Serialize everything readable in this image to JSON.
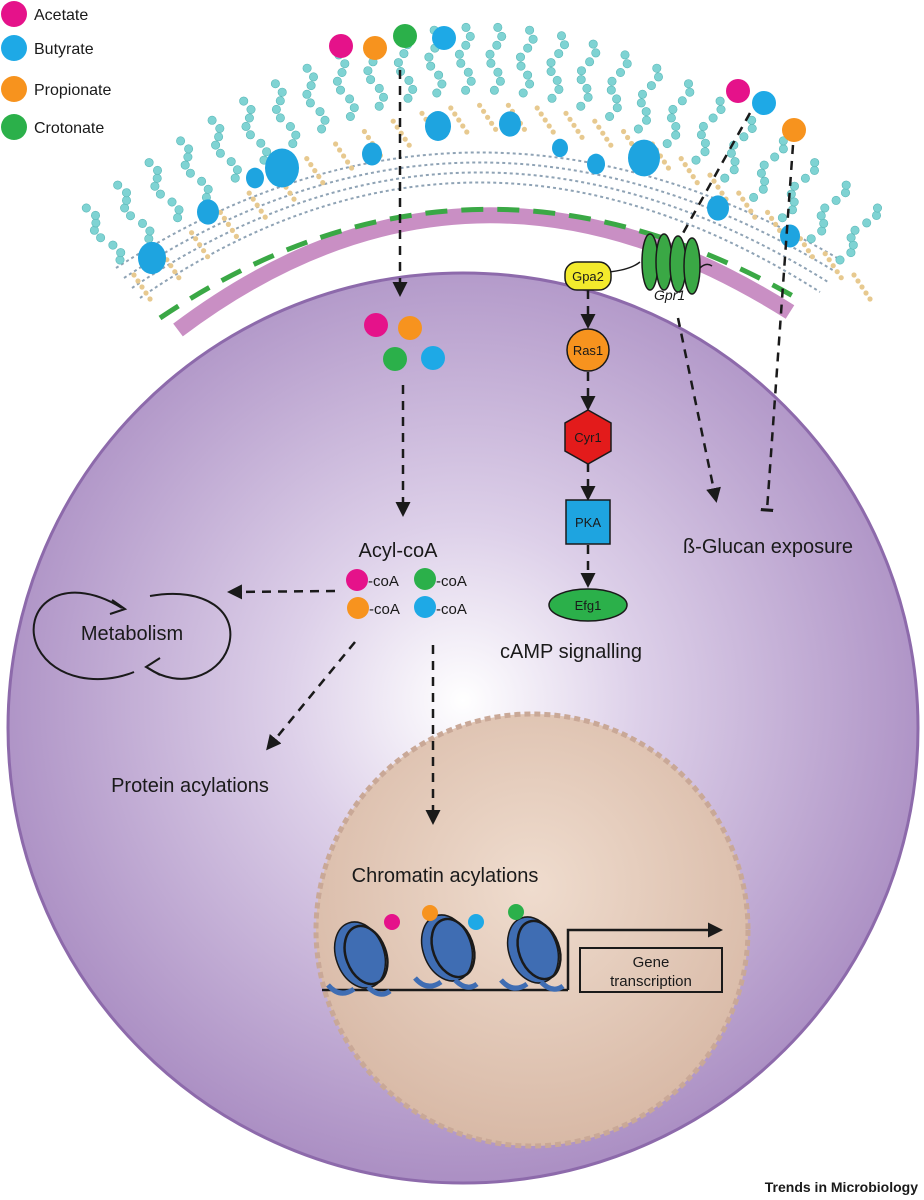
{
  "legend": [
    {
      "label": "Acetate",
      "color": "#e5128a"
    },
    {
      "label": "Butyrate",
      "color": "#1ea9e6"
    },
    {
      "label": "Propionate",
      "color": "#f7931e"
    },
    {
      "label": "Crotonate",
      "color": "#2bb04a"
    }
  ],
  "colors": {
    "cell_fill": "#b49ac9",
    "cell_outline": "#8d6aab",
    "membrane": "#c98fc4",
    "nucleus": "#e2c6b4",
    "wall_fiber": "#7fd3d3",
    "mannoprotein": "#1ea4e0",
    "arrow": "#1a1a1a"
  },
  "pathway": {
    "acyl_coa_title": "Acyl-coA",
    "coa_suffix": "-coA",
    "metabolism": "Metabolism",
    "protein_acylations": "Protein acylations",
    "chromatin_acylations": "Chromatin acylations",
    "gene_transcription_line1": "Gene",
    "gene_transcription_line2": "transcription"
  },
  "camp": {
    "gpa2": "Gpa2",
    "gpr1": "Gpr1",
    "ras1": "Ras1",
    "cyr1": "Cyr1",
    "pka": "PKA",
    "efg1": "Efg1",
    "signalling": "cAMP signalling",
    "colors": {
      "gpa2": "#f3ea2c",
      "ras1": "#f7931e",
      "cyr1": "#e31b1b",
      "pka": "#1ea4e0",
      "efg1": "#2bb04a",
      "gpr1": "#3aa845"
    }
  },
  "glucan": {
    "exposure": "ß-Glucan exposure"
  },
  "credit": "Trends in Microbiology"
}
